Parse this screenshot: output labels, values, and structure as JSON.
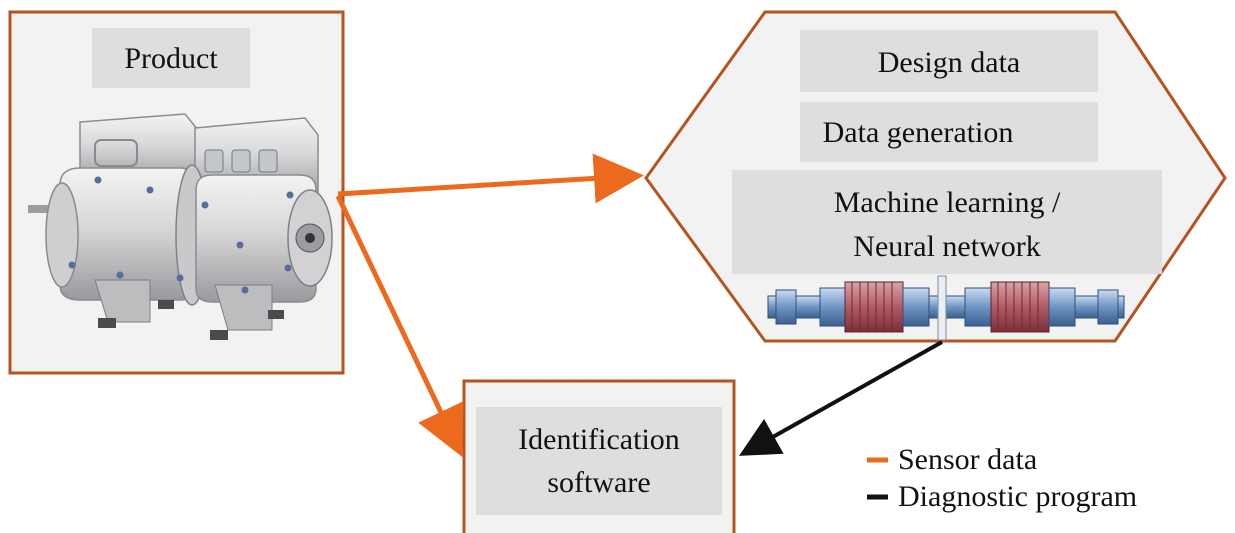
{
  "product": {
    "title": "Product"
  },
  "model": {
    "design_data": "Design data",
    "data_generation": "Data generation",
    "ml_line1": "Machine learning /",
    "ml_line2": "Neural network"
  },
  "identification": {
    "line1": "Identification",
    "line2": "software"
  },
  "legend": {
    "sensor_label": "Sensor data",
    "diagnostic_label": "Diagnostic program"
  },
  "colors": {
    "sensor_arrow": "#ec6a1d",
    "diagnostic_arrow": "#111111",
    "box_border": "#b4541f",
    "box_fill": "#f2f2f2",
    "label_fill": "#dedede"
  }
}
